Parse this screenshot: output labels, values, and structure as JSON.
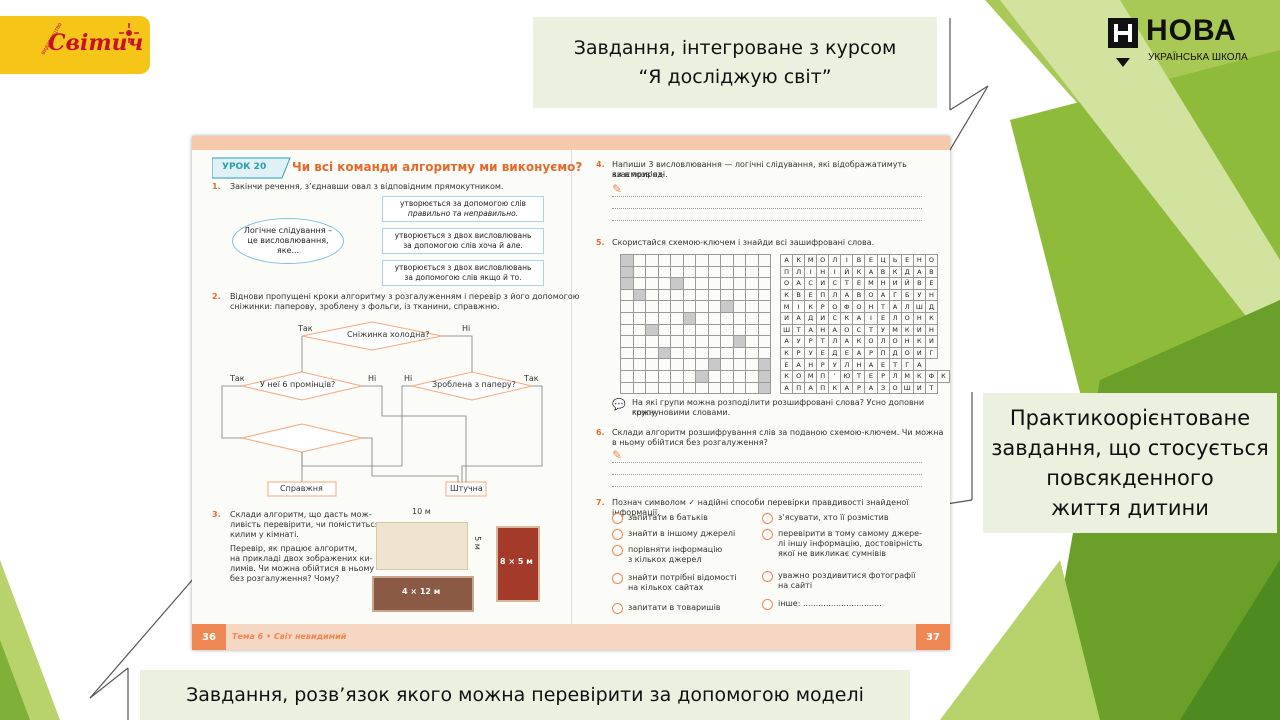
{
  "colors": {
    "accent": "#ee8751",
    "callout_bg": "#ebf1de",
    "green_dark": "#76a32b",
    "green_light": "#c7dd8c",
    "title_orange": "#e56a2a",
    "lesson_teal": "#2a9fb0"
  },
  "logo_left": {
    "text": "Світич",
    "small": "видавництво",
    "icon": "sun-icon"
  },
  "logo_right": {
    "brand": "НОВА",
    "subtitle": "УКРАЇНСЬКА ШКОЛА"
  },
  "callouts": {
    "integrated": [
      "Завдання, інтегроване з курсом",
      "“Я досліджую світ”"
    ],
    "practical": [
      "Практикоорієнтоване",
      "завдання, що стосується",
      "повсякденного",
      "життя дитини"
    ],
    "model": "Завдання, розв’язок якого можна перевірити за допомогою моделі"
  },
  "book": {
    "lesson_label": "УРОК 20",
    "lesson_title": "Чи всі команди алгоритму ми виконуємо?",
    "page_left": "36",
    "page_right": "37",
    "footer_left": "Тема 6 • Світ невидимий",
    "task1": {
      "num": "1.",
      "text": "Закінчи речення, з’єднавши овал з відповідним прямокутником.",
      "oval": [
        "Логічне слідування –",
        "це висловлювання,",
        "яке..."
      ],
      "rects": [
        [
          "утворюється за допомогою слів",
          "правильно та неправильно."
        ],
        [
          "утворюється з двох висловлювань",
          "за допомогою слів хоча й але."
        ],
        [
          "утворюється з двох висловлювань",
          "за допомогою слів якщо й то."
        ]
      ]
    },
    "task2": {
      "num": "2.",
      "text": [
        "Віднови пропущені кроки алгоритму з розгалуженням і перевір з його допомогою",
        "сніжинки: паперову, зроблену з фольги, із тканини, справжню."
      ],
      "decision_top": "Сніжинка холодна?",
      "decision_left": "У неї 6 промінців?",
      "decision_right": "Зроблена з паперу?",
      "yes": "Так",
      "no": "Ні",
      "out_left": "Справжня",
      "out_right": "Штучна"
    },
    "task3": {
      "num": "3.",
      "text": [
        "Склади алгоритм, що дасть мож-",
        "ливість перевірити, чи поміститься",
        "килим у кімнаті.",
        "Перевір, як працює алгоритм,",
        "на прикладі двох зображених ки-",
        "лимів. Чи можна обійтися в ньому",
        "без розгалуження? Чому?"
      ],
      "room_w": "10 м",
      "room_h": "5 м",
      "rug1": "4 × 12 м",
      "rug2": "8 × 5 м"
    },
    "task4": {
      "num": "4.",
      "text": [
        "Напиши 3 висловлювання — логічні слідування, які відображатимуть взаємозв’яз-",
        "ки в природі."
      ]
    },
    "task5": {
      "num": "5.",
      "text": "Скористайся схемою-ключем і знайди всі зашифровані слова.",
      "rows": [
        "АКМОЛІВЕЦЬЕНО",
        "ПЛІНІЙКАВКДАВ",
        "ОАСИСТЕМНИЙВЕ",
        "КВЕПЛАВОАГБУН",
        "МІКРОФОНТАЛШД",
        "ИАДИСКАІЕЛОНК",
        "ШТАНАОСТУМКИН",
        "АУРТЛАКОЛОНКИ",
        "КРУЕДЕАРПДОИГ",
        "ЕАНРУЛНАЕТГА",
        "КОМП’ЮТЕРЛМКФК",
        "АПАПКАРАЗОШИТ"
      ],
      "question": [
        "На які групи можна розподілити розшифровані слова? Усно доповни кожну",
        "групу новими словами."
      ]
    },
    "task6": {
      "num": "6.",
      "text": [
        "Склади алгоритм розшифрування слів за поданою схемою-ключем. Чи можна",
        "в ньому обійтися без розгалуження?"
      ]
    },
    "task7": {
      "num": "7.",
      "text": "Познач символом ✓ надійні способи перевірки правдивості знайденої інформації.",
      "left": [
        [
          "запитати в батьків"
        ],
        [
          "знайти в іншому джерелі"
        ],
        [
          "порівняти інформацію",
          "з кількох джерел"
        ],
        [
          "знайти потрібні відомості",
          "на кількох сайтах"
        ],
        [
          "запитати в товаришів"
        ]
      ],
      "right": [
        [
          "з’ясувати, хто її розмістив"
        ],
        [
          "перевірити в тому самому джере-",
          "лі іншу інформацію, достовірність",
          "якої не викликає сумнівів"
        ],
        [
          "уважно роздивитися фотографії",
          "на сайті"
        ],
        [
          "інше: ..............................."
        ]
      ]
    }
  }
}
